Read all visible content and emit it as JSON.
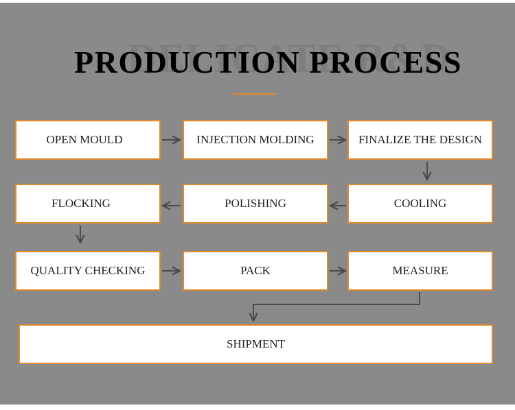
{
  "title": "PRODUCTION PROCESS",
  "watermark": "DELICATE R&D",
  "steps": [
    "OPEN MOULD",
    "INJECTION MOLDING",
    "FINALIZE THE DESIGN",
    "COOLING",
    "POLISHING",
    "FLOCKING",
    "QUALITY CHECKING",
    "PACK",
    "MEASURE",
    "SHIPMENT"
  ],
  "colors": {
    "background": "#8a8a8a",
    "box_border": "#e08a2c",
    "accent_line": "#e08a2c",
    "arrow": "#4a4a4a",
    "title": "#000000"
  }
}
